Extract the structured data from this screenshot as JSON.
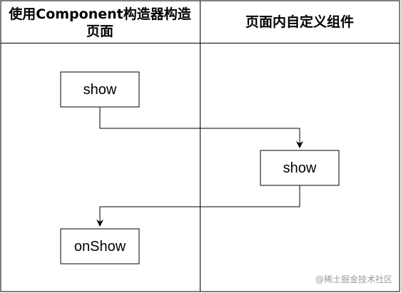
{
  "lanes": [
    {
      "title_lines": [
        "使用Component构造器构造",
        "页面"
      ]
    },
    {
      "title_lines": [
        "页面内自定义组件"
      ]
    }
  ],
  "nodes": [
    {
      "label": "show"
    },
    {
      "label": "show"
    },
    {
      "label": "onShow"
    }
  ],
  "edges": [
    {
      "from": 0,
      "to": 1
    },
    {
      "from": 1,
      "to": 2
    }
  ],
  "watermark": "@稀土掘金技术社区"
}
